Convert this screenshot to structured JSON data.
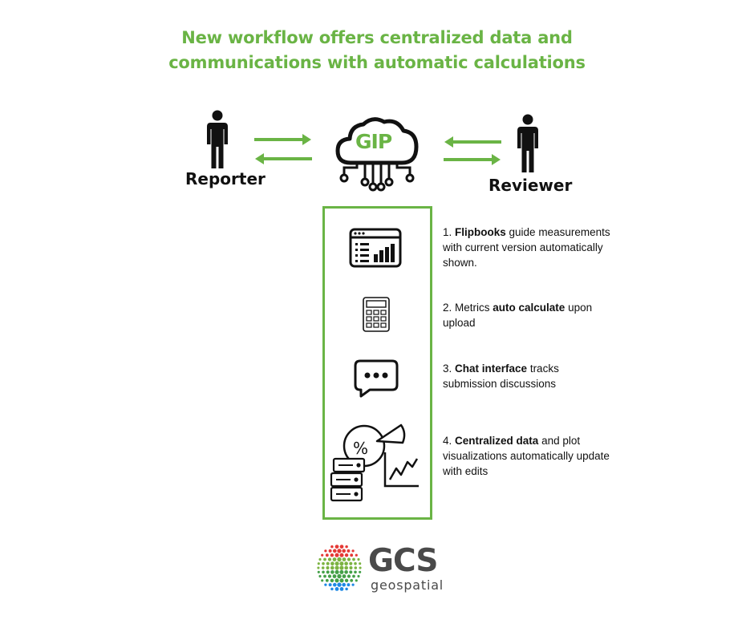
{
  "title": {
    "line1": "New workflow offers centralized data and",
    "line2": "communications with automatic calculations"
  },
  "actors": {
    "left": "Reporter",
    "right": "Reviewer"
  },
  "cloud": {
    "label": "GIP"
  },
  "steps": [
    {
      "num": "1.",
      "bold": "Flipbooks",
      "rest": " guide measurements with current version automatically shown."
    },
    {
      "num": "2.",
      "pre": "Metrics ",
      "bold": "auto calculate",
      "rest": " upon upload"
    },
    {
      "num": "3.",
      "bold": "Chat interface",
      "rest": " tracks submission discussions"
    },
    {
      "num": "4.",
      "bold": "Centralized data",
      "rest": " and plot visualizations automatically update with edits"
    }
  ],
  "icons": [
    "person-icon",
    "exchange-arrows-icon",
    "cloud-network-icon",
    "dashboard-icon",
    "calculator-icon",
    "chat-bubble-icon",
    "data-visualization-icon",
    "globe-logo-icon"
  ],
  "colors": {
    "accent": "#6ab445",
    "text": "#111111",
    "logo_text": "#4a4a4a"
  },
  "logo": {
    "name": "GCS",
    "sub": "geospatial"
  }
}
